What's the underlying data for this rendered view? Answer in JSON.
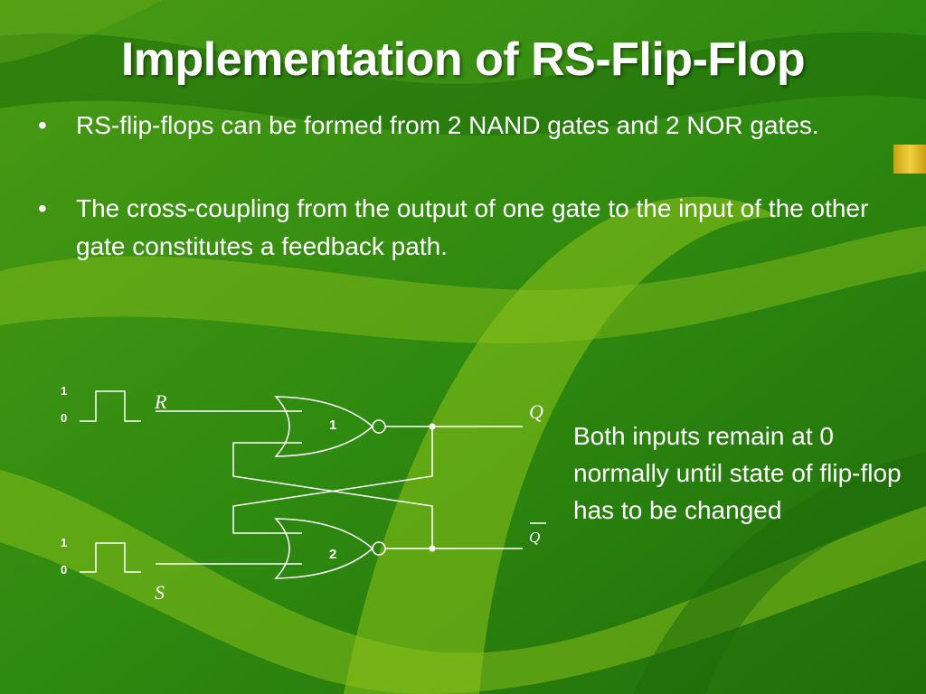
{
  "slide": {
    "title": "Implementation of RS-Flip-Flop",
    "bullets": [
      "RS-flip-flops can be formed from 2 NAND gates and 2 NOR gates.",
      "The cross-coupling from the output of one gate to the input of the other gate constitutes a feedback path."
    ],
    "bullet_symbol": "•",
    "side_note": "Both inputs remain at 0 normally until state of flip-flop has to be changed"
  },
  "diagram": {
    "top_pulse": {
      "high_label": "1",
      "low_label": "0",
      "input_name": "R"
    },
    "bottom_pulse": {
      "high_label": "1",
      "low_label": "0",
      "input_name": "S"
    },
    "gate_top_number": "1",
    "gate_bottom_number": "2",
    "output_top": "Q",
    "output_bottom": "Q",
    "output_bottom_overbar": true
  },
  "colors": {
    "background": "#2f8a10",
    "wave_light": "#8cc21a",
    "wave_dark": "#1b6a0a",
    "accent_yellow": "#e0c020",
    "text": "#ffffff"
  }
}
